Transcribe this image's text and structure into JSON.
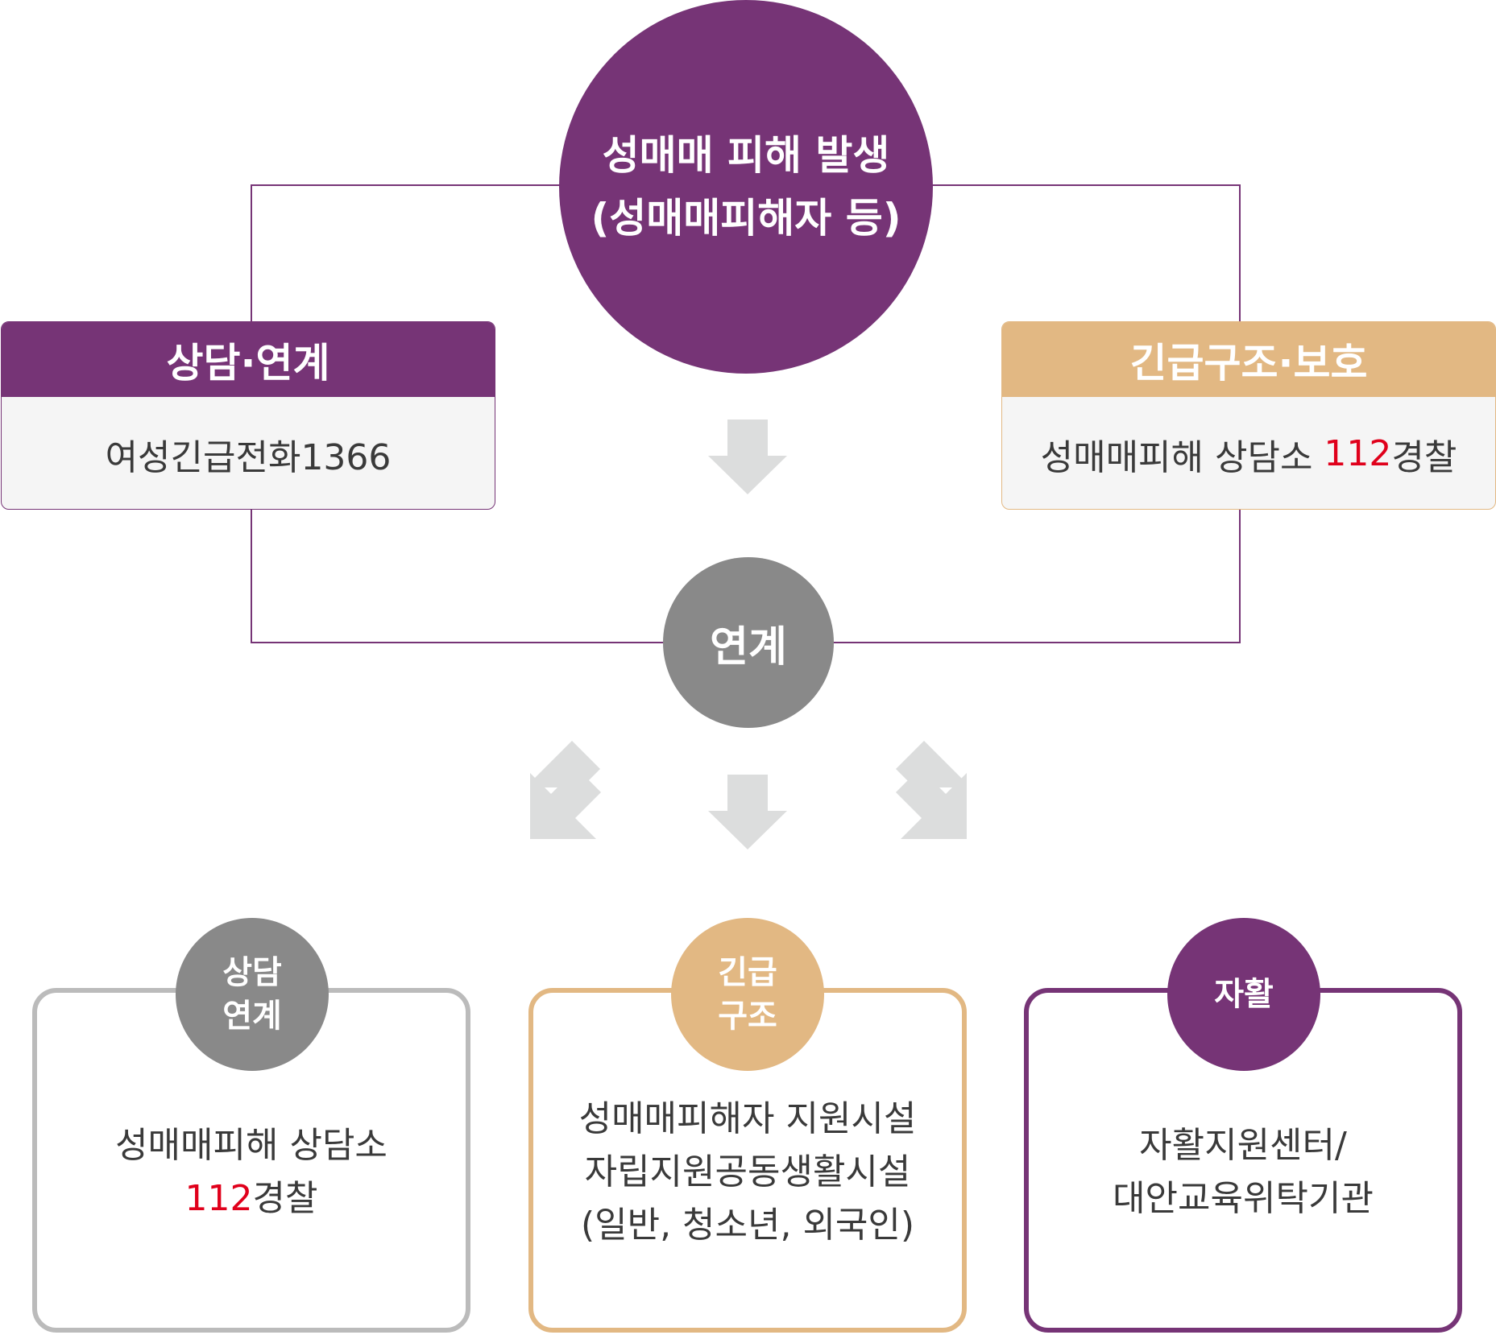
{
  "colors": {
    "purple": "#763476",
    "tan": "#e2b883",
    "gray": "#898989",
    "light_gray": "#dcdddd",
    "red": "#e0001b"
  },
  "top_circle": {
    "line1": "성매매 피해 발생",
    "line2": "(성매매피해자 등)"
  },
  "left_box": {
    "title": "상담·연계",
    "text": "여성긴급전화1366"
  },
  "right_box": {
    "title": "긴급구조·보호",
    "text_prefix": "성매매피해 상담소 ",
    "text_highlight": "112",
    "text_suffix": "경찰"
  },
  "middle_circle": {
    "label": "연계"
  },
  "arrows": [
    "down-arrow-icon",
    "down-left-arrow-icon",
    "down-arrow-icon",
    "down-right-arrow-icon"
  ],
  "bottom": [
    {
      "badge_line1": "상담",
      "badge_line2": "연계",
      "text_line1": "성매매피해 상담소",
      "text_line2_highlight": "112",
      "text_line2_suffix": "경찰"
    },
    {
      "badge_line1": "긴급",
      "badge_line2": "구조",
      "text_line1": "성매매피해자 지원시설",
      "text_line2": "자립지원공동생활시설",
      "text_line3": "(일반, 청소년, 외국인)"
    },
    {
      "badge_line1": "자활",
      "text_line1": "자활지원센터/",
      "text_line2": "대안교육위탁기관"
    }
  ]
}
